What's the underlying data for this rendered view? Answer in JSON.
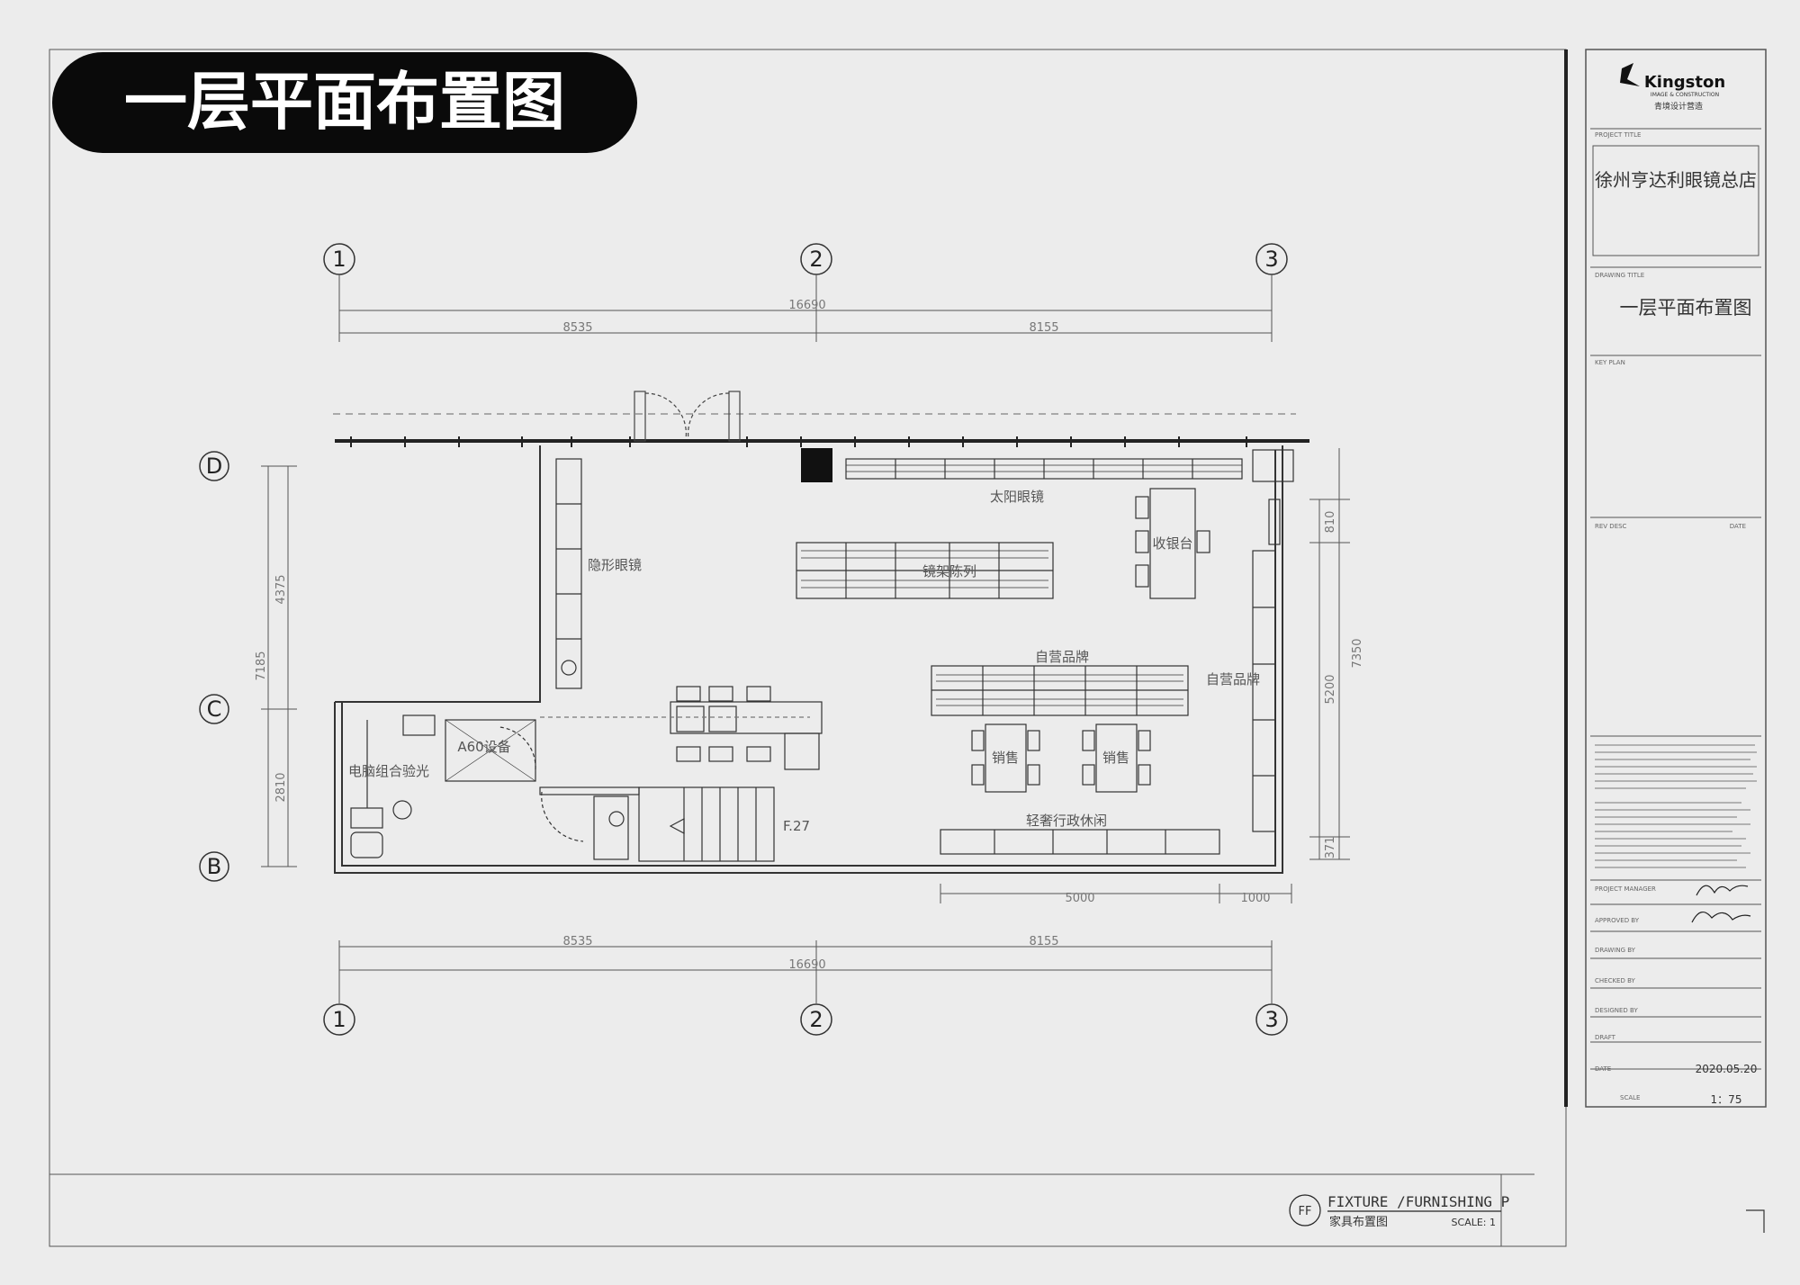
{
  "header": {
    "title": "一层平面布置图"
  },
  "grid": {
    "cols": [
      "1",
      "2",
      "3"
    ],
    "rows": [
      "D",
      "C",
      "B"
    ]
  },
  "dimensions": {
    "top_total": "16690",
    "top_left": "8535",
    "top_right": "8155",
    "bottom_left": "8535",
    "bottom_right": "8155",
    "bottom_total": "16690",
    "left_upper": "4375",
    "left_total": "7185",
    "left_lower": "2810",
    "right_a": "810",
    "right_b": "5200",
    "right_c": "371",
    "right_total": "7350",
    "under_a": "5000",
    "under_b": "1000"
  },
  "rooms": {
    "sunglasses": "太阳眼镜",
    "contact_lens": "隐形眼镜",
    "cashier": "收银台",
    "frames": "镜架陈列",
    "own_brand_center": "自营品牌",
    "own_brand_right": "自营品牌",
    "sales_left": "销售",
    "sales_right": "销售",
    "lounge": "轻奢行政休闲",
    "optometry": "电脑组合验光",
    "device": "A60设备",
    "stair_level": "F.27"
  },
  "title_block": {
    "logo_brand": "Kingston",
    "logo_sub": "IMAGE & CONSTRUCTION",
    "logo_cn": "青境设计营造",
    "project_title_label": "PROJECT TITLE",
    "project_name": "徐州亨达利眼镜总店",
    "drawing_title_label": "DRAWING TITLE",
    "drawing_title": "一层平面布置图",
    "key_plan_label": "KEY PLAN",
    "rev_label": "REV DESC",
    "date_label": "DATE",
    "pm_label": "PROJECT MANAGER",
    "approved_label": "APPROVED BY",
    "drawn_label": "DRAWING BY",
    "checked_label": "CHECKED BY",
    "designed_label": "DESIGNED BY",
    "draft_label": "DRAFT",
    "date_field_label": "DATE",
    "date_value": "2020.05.20",
    "scale_label": "SCALE",
    "scale_value": "1：75"
  },
  "footer": {
    "badge": "FF",
    "title_en": "FIXTURE /FURNISHING P",
    "title_cn": "家具布置图",
    "scale": "SCALE: 1"
  }
}
